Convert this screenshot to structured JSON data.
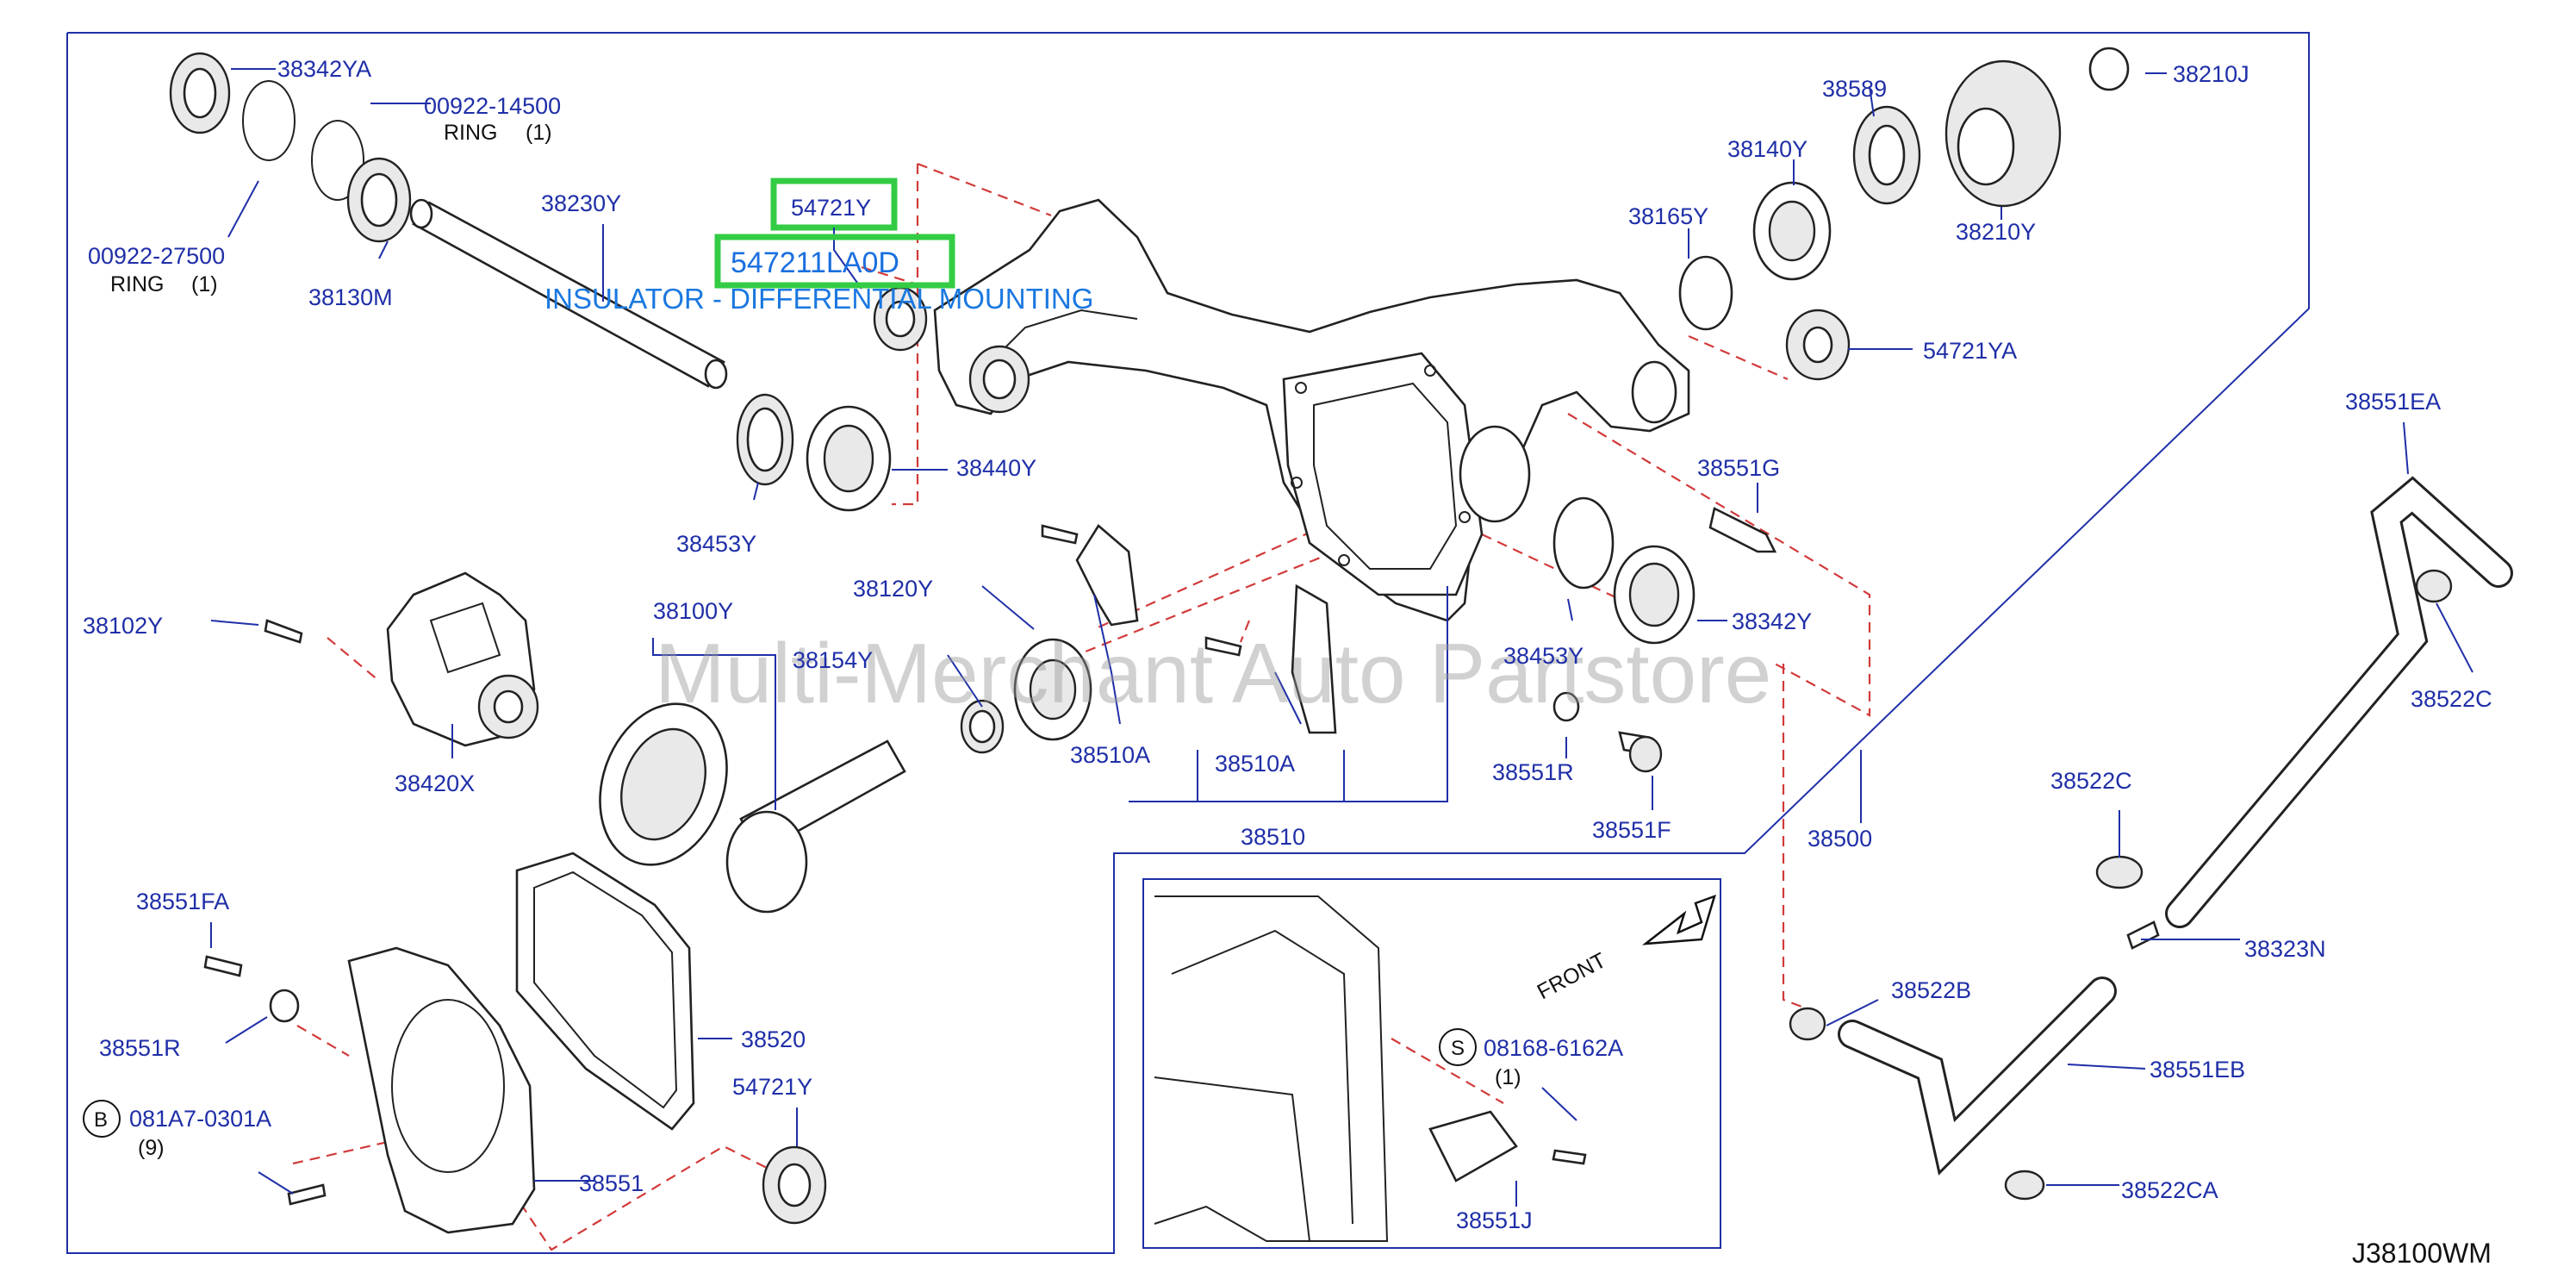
{
  "watermark": "Multi-Merchant Auto Partstore",
  "diagram_code": "J38100WM",
  "highlight": {
    "ref": "54721Y",
    "part_number": "547211LA0D",
    "description": "INSULATOR - DIFFERENTIAL MOUNTING"
  },
  "labels": {
    "c38342YA": "38342YA",
    "c00922_14500": "00922-14500",
    "ring_a": "RING",
    "qty_a": "(1)",
    "c00922_27500": "00922-27500",
    "ring_b": "RING",
    "qty_b": "(1)",
    "c38130M": "38130M",
    "c38230Y": "38230Y",
    "c38453Y_a": "38453Y",
    "c38440Y": "38440Y",
    "c38589": "38589",
    "c38140Y": "38140Y",
    "c38165Y": "38165Y",
    "c38210J": "38210J",
    "c38210Y": "38210Y",
    "c54721YA": "54721YA",
    "c38551EA": "38551EA",
    "c38551G": "38551G",
    "c38522C_a": "38522C",
    "c38342Y": "38342Y",
    "c38453Y_b": "38453Y",
    "c38551R_a": "38551R",
    "c38551F": "38551F",
    "c38500": "38500",
    "c38522C_b": "38522C",
    "c38323N": "38323N",
    "c38522B": "38522B",
    "c38551EB": "38551EB",
    "c38522CA": "38522CA",
    "c38102Y": "38102Y",
    "c38420X": "38420X",
    "c38100Y": "38100Y",
    "c38154Y": "38154Y",
    "c38120Y": "38120Y",
    "c38510A_a": "38510A",
    "c38510A_b": "38510A",
    "c38510": "38510",
    "c38551FA": "38551FA",
    "c38551R_b": "38551R",
    "c38520": "38520",
    "c081A7_0301A": "081A7-0301A",
    "qty_c": "(9)",
    "c38551": "38551",
    "c54721Y_b": "54721Y",
    "c08168_6162A": "08168-6162A",
    "qty_d": "(1)",
    "c38551J": "38551J",
    "front": "FRONT",
    "mark_b": "B",
    "mark_s": "S"
  }
}
